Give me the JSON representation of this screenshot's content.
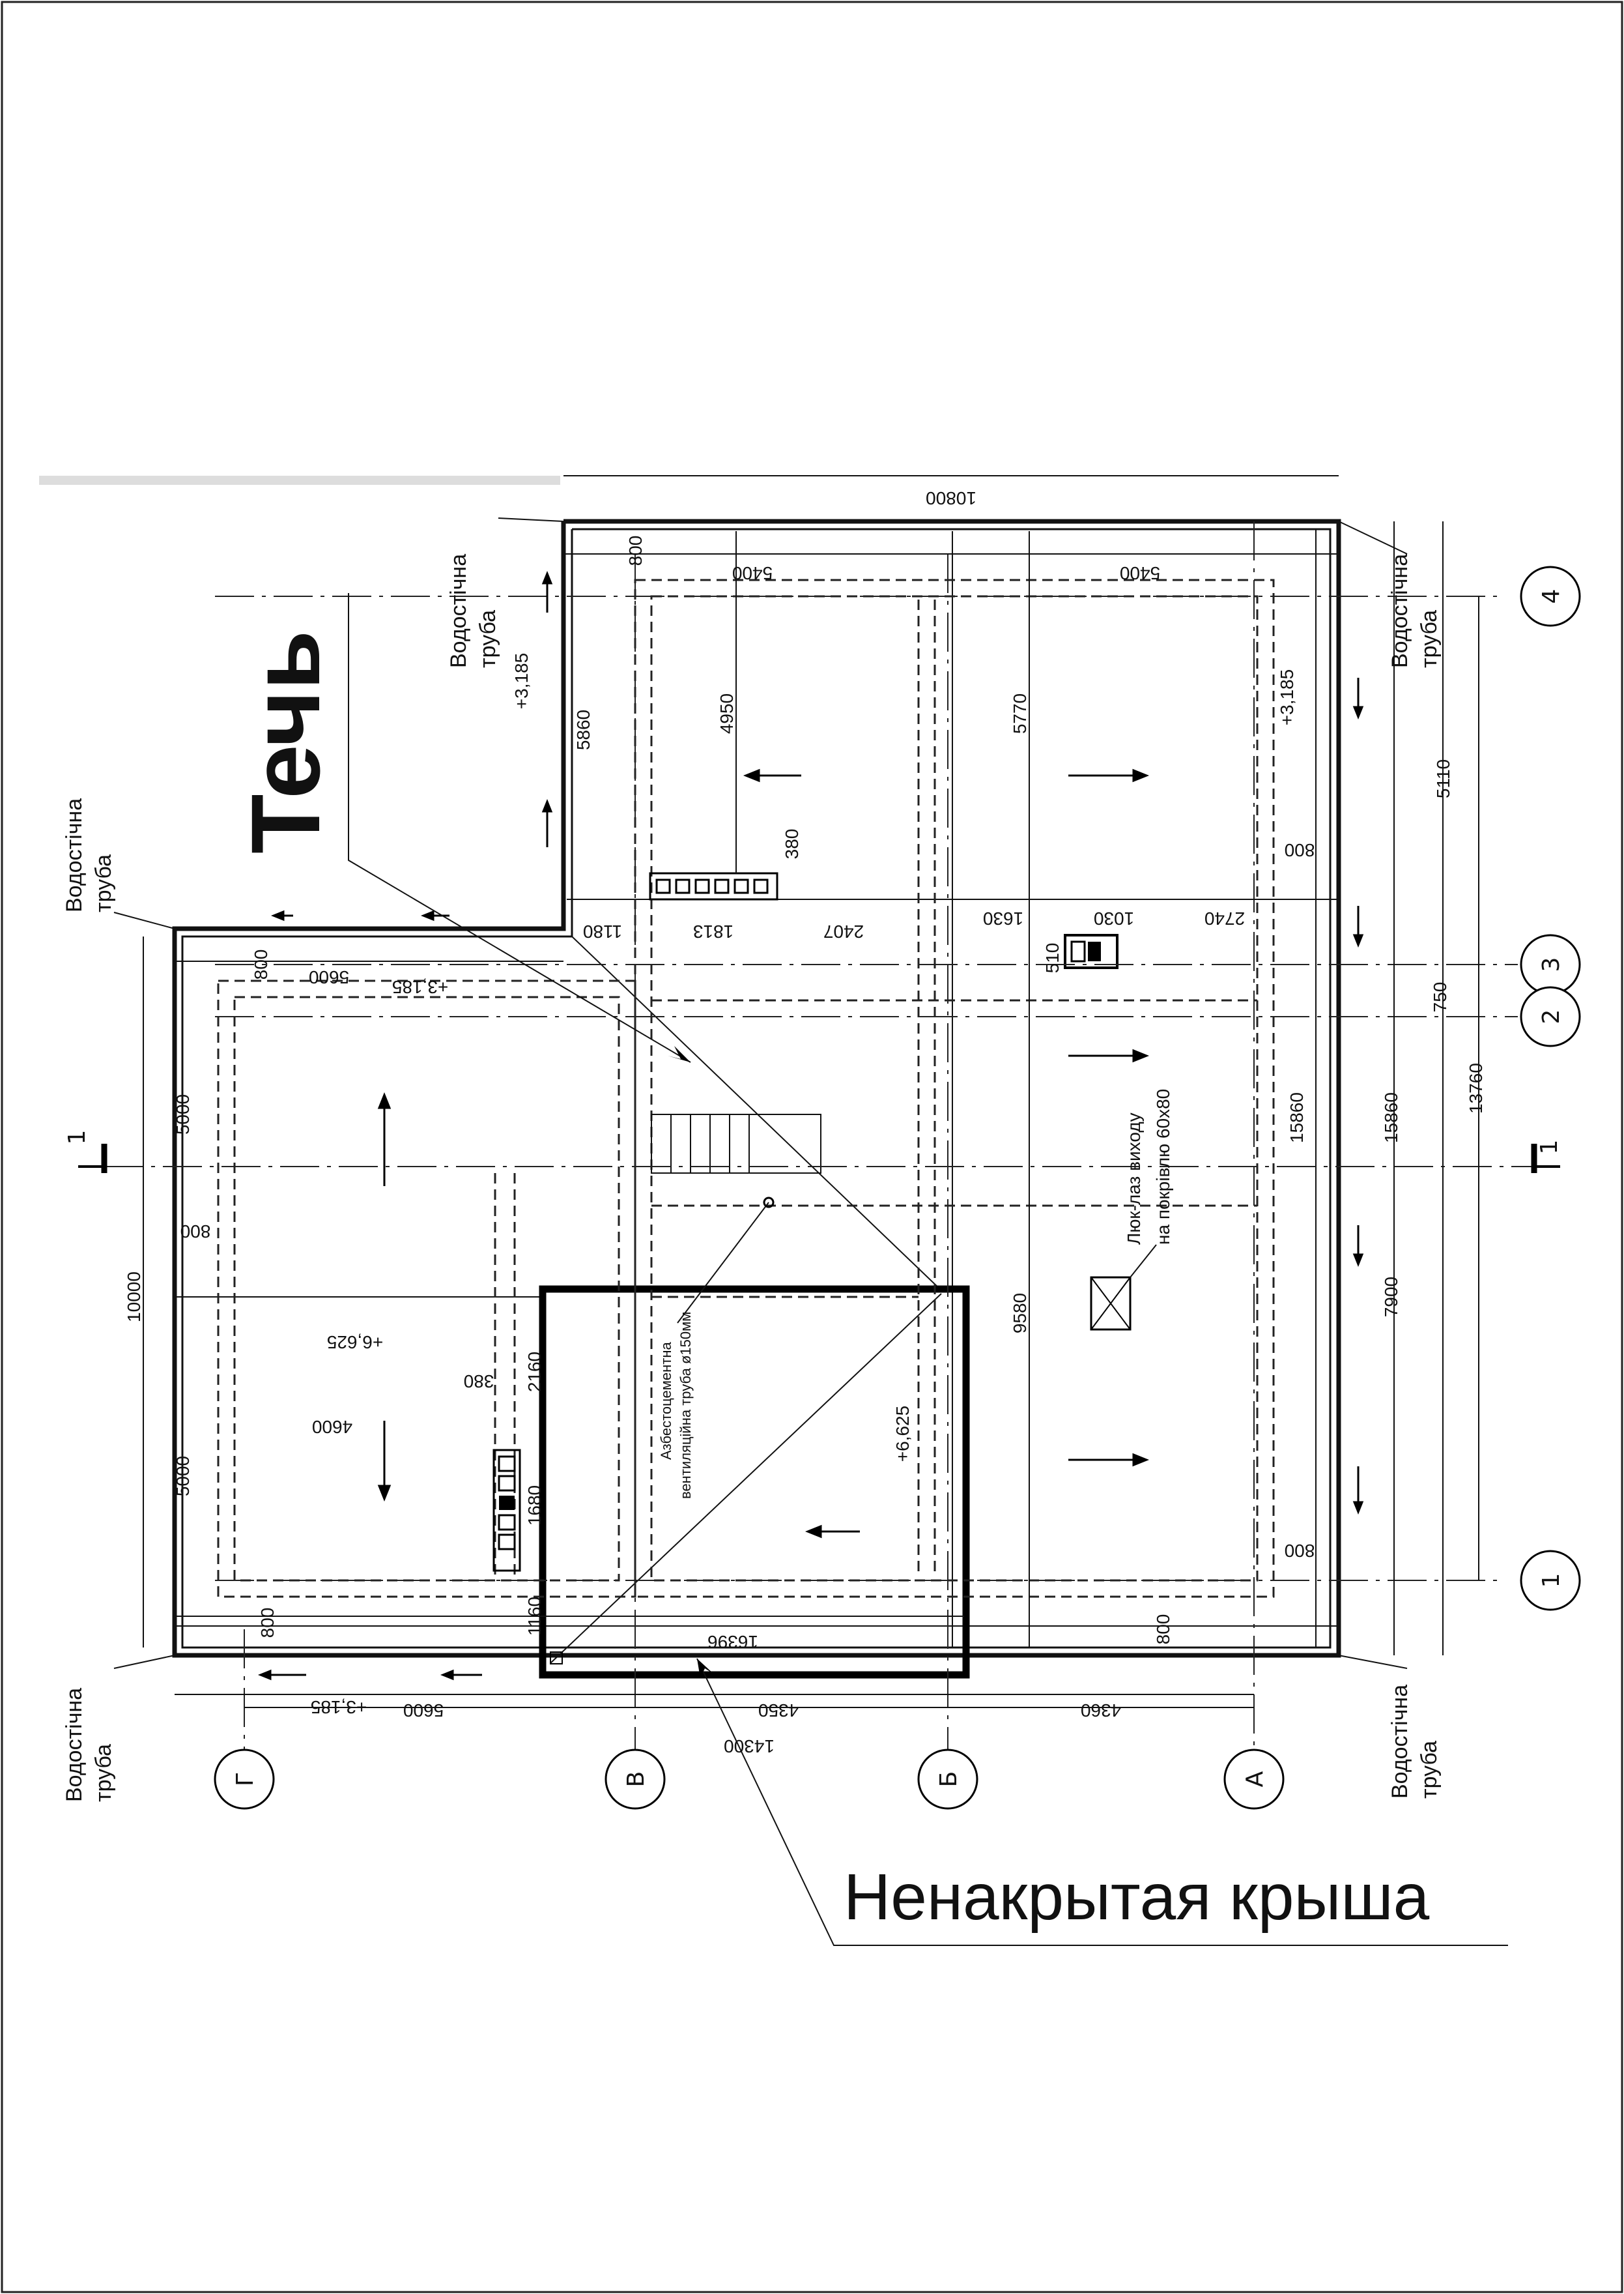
{
  "callouts": {
    "leak": "Течь",
    "uncovered_roof": "Ненакрытая крыша"
  },
  "downpipe": {
    "line1": "Водостічна",
    "line2": "труба"
  },
  "axes": {
    "numbers": [
      "1",
      "2",
      "3",
      "4"
    ],
    "letters": [
      "А",
      "Б",
      "В",
      "Г"
    ]
  },
  "section_marker": "1",
  "elevations": {
    "low_left": "+3,185",
    "low_top": "+3,185",
    "low_right": "+3,185",
    "low_bottom": "+3,185",
    "high_main": "+6,625",
    "high_square": "+6,625"
  },
  "dims": {
    "top_total": "10800",
    "top_5400_a": "5400",
    "top_5400_b": "5400",
    "d800_top": "800",
    "d5860": "5860",
    "d4950": "4950",
    "d5770": "5770",
    "d5110": "5110",
    "d380_a": "380",
    "d1180": "1180",
    "d1813": "1813",
    "d2407": "2407",
    "d1630": "1630",
    "d1030": "1030",
    "d2740": "2740",
    "d510": "510",
    "d800_r1": "800",
    "d750": "750",
    "d15860_a": "15860",
    "d15860_b": "15860",
    "d13760": "13760",
    "d7900": "7900",
    "d9580": "9580",
    "d5600_top": "5600",
    "d800_l1": "800",
    "d5000_a": "5000",
    "d800_l2": "800",
    "d10000": "10000",
    "d380_b": "380",
    "d4600": "4600",
    "d2160": "2160",
    "d1680": "1680",
    "d1160": "1160",
    "d5000_b": "5000",
    "d800_l3": "800",
    "d16396": "16396",
    "d800_b": "800",
    "d800_r2": "800",
    "d5600_bottom": "5600",
    "d4350": "4350",
    "d4360": "4360",
    "d14300": "14300"
  },
  "notes": {
    "hatch_line1": "Люк-лаз виходу",
    "hatch_line2": "на покрівлю 60х80",
    "vent_line1": "Азбестоцементна",
    "vent_line2": "вентиляційна труба ø150мм"
  }
}
